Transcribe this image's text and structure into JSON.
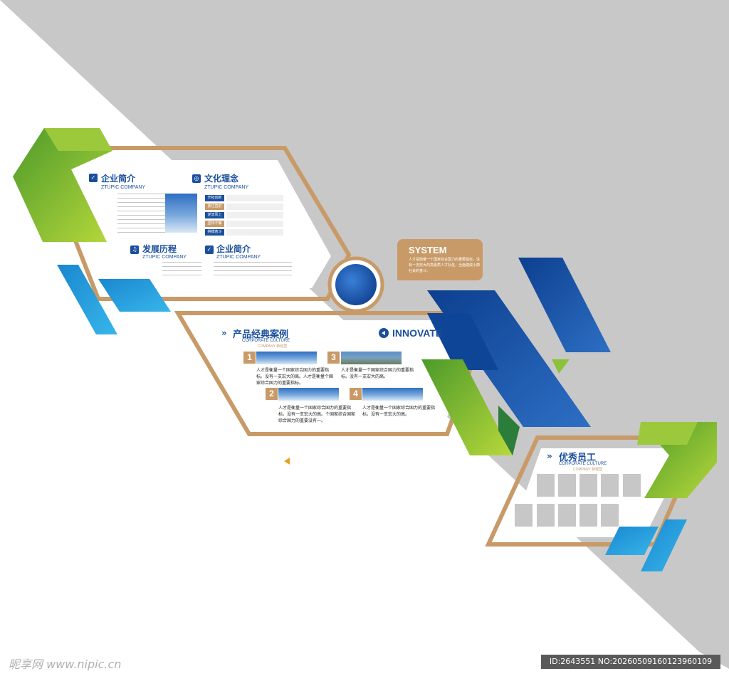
{
  "sections": {
    "intro_top": {
      "title": "企业简介",
      "subtitle": "ZTUPIC COMPANY"
    },
    "culture": {
      "title": "文化理念",
      "subtitle": "ZTUPIC COMPANY",
      "tags": [
        "开拓创新",
        "勇往直前",
        "逆流而上",
        "坚持不懈",
        "拼搏奋斗"
      ]
    },
    "history": {
      "title": "发展历程",
      "subtitle": "ZTUPIC COMPANY"
    },
    "intro_bottom": {
      "title": "企业简介",
      "subtitle": "ZTUPIC COMPANY"
    },
    "system": {
      "title": "SYSTEM",
      "text": "人才是衡量一个国家综合国力的重要指标。没有一支宏大的高素质人才队伍，全面建成小康社会的奋斗。"
    },
    "products": {
      "title": "产品经典案例",
      "subtitle": "CORPORATE CULTURE",
      "subtitle2": "COMPANY 新经营",
      "items": [
        {
          "num": "1",
          "text": "人才是衡量一个国家综合国力的重要指标。没有一支宏大的高。人才是衡量个国家综合国力的重要指标。"
        },
        {
          "num": "2",
          "text": "人才是衡量一个国家综合国力的重要指标。没有一支宏大的高。个国家综合国家综合国力的重要没有一。"
        },
        {
          "num": "3",
          "text": "人才是衡量一个国家综合国力的重要指标。没有一支宏大的高。"
        },
        {
          "num": "4",
          "text": "人才是衡量一个国家综合国力的重要指标。没有一支宏大的高。"
        }
      ]
    },
    "innovate": {
      "title": "INNOVATE"
    },
    "staff": {
      "title": "优秀员工",
      "subtitle": "CORPORATE CULTURE",
      "subtitle2": "COMPANY 新经营"
    }
  },
  "watermark": {
    "left": "昵享网 www.nipic.cn",
    "right": "ID:2643551 NO:20260509160123960109"
  },
  "colors": {
    "gray": "#c8c8c8",
    "tan": "#c89a68",
    "blue": "#1a4f9c",
    "lightblue": "#2aa3df",
    "green": "#7ab631"
  }
}
